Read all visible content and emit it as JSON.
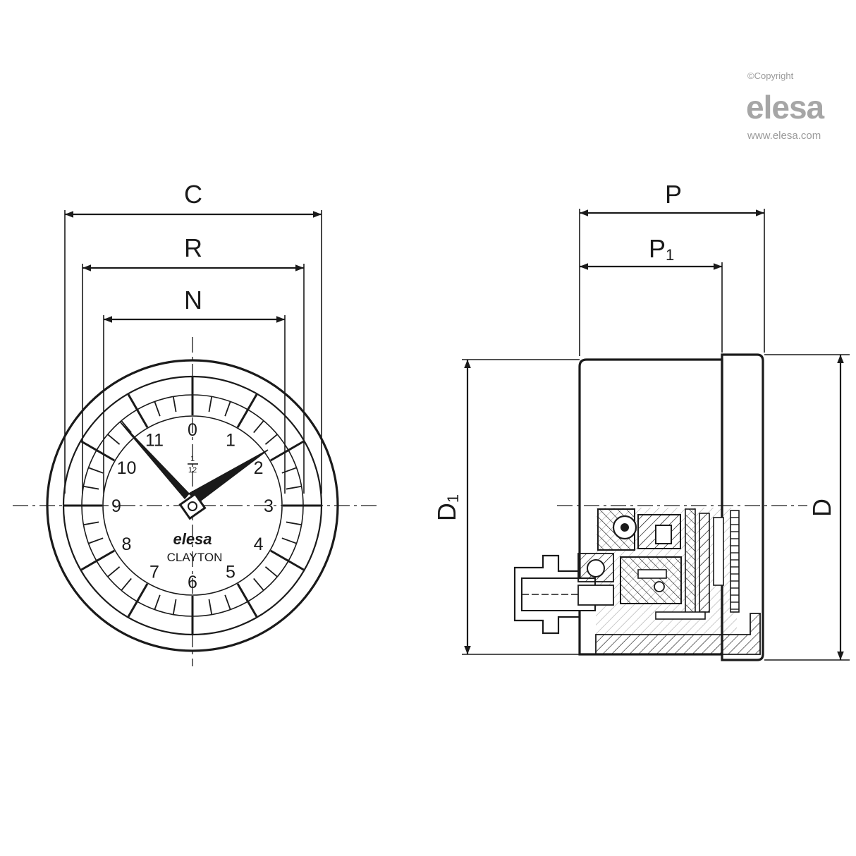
{
  "watermark": {
    "copyright": "©Copyright",
    "logo": "elesa",
    "url": "www.elesa.com"
  },
  "front_view": {
    "dims": {
      "c": "C",
      "r": "R",
      "n": "N"
    },
    "numerals": [
      "0",
      "1",
      "2",
      "3",
      "4",
      "5",
      "6",
      "7",
      "8",
      "9",
      "10",
      "11"
    ],
    "fraction_num": "1",
    "fraction_den": "12",
    "brand_logo": "elesa",
    "brand_name": "CLAYTON"
  },
  "side_view": {
    "dims": {
      "p": "P",
      "p1": "P",
      "p1_sub": "1",
      "d": "D",
      "d1": "D",
      "d1_sub": "1"
    }
  }
}
